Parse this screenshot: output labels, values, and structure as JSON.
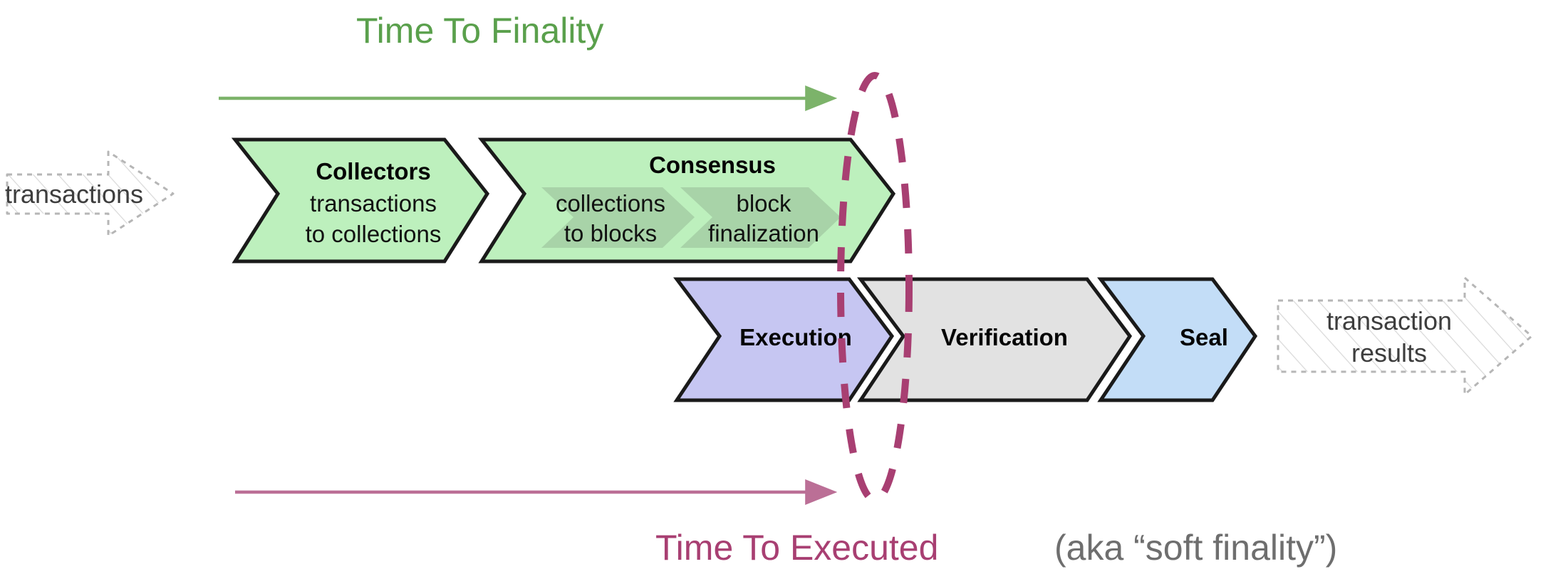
{
  "diagram": {
    "title_top": "Time To Finality",
    "caption_bottom_main": "Time To Executed",
    "caption_bottom_note": "(aka “soft finality”)",
    "colors": {
      "green_accent": "#5aa04c",
      "pink_accent": "#a83f72",
      "gray_note": "#6e6e6e",
      "stage_green_fill": "#bdf0bd",
      "substage_green_fill": "#a8d3a8",
      "execution_fill": "#c6c6f2",
      "verification_fill": "#e2e2e2",
      "seal_fill": "#c3ddf7",
      "outline": "#1a1a1a",
      "ghost_outline": "#b0b0b0"
    },
    "input_ghost": {
      "label": "transactions"
    },
    "output_ghost": {
      "label_line1": "transaction",
      "label_line2": "results"
    },
    "top_row_stages": [
      {
        "id": "collectors",
        "title": "Collectors",
        "sub_line1": "transactions",
        "sub_line2": "to collections",
        "fill": "#bdf0bd",
        "substages": []
      },
      {
        "id": "consensus",
        "title": "Consensus",
        "sub_line1": "",
        "sub_line2": "",
        "fill": "#bdf0bd",
        "substages": [
          {
            "id": "collections-to-blocks",
            "line1": "collections",
            "line2": "to blocks"
          },
          {
            "id": "block-finalization",
            "line1": "block",
            "line2": "finalization"
          }
        ]
      }
    ],
    "bottom_row_stages": [
      {
        "id": "execution",
        "title": "Execution",
        "fill": "#c6c6f2"
      },
      {
        "id": "verification",
        "title": "Verification",
        "fill": "#e2e2e2"
      },
      {
        "id": "seal",
        "title": "Seal",
        "fill": "#c3ddf7"
      }
    ],
    "arrows": {
      "finality_arrow_name": "time-to-finality-arrow",
      "executed_arrow_name": "time-to-executed-arrow"
    },
    "highlight_ellipse": {
      "name": "finality-boundary-ellipse",
      "style": "dashed"
    }
  }
}
